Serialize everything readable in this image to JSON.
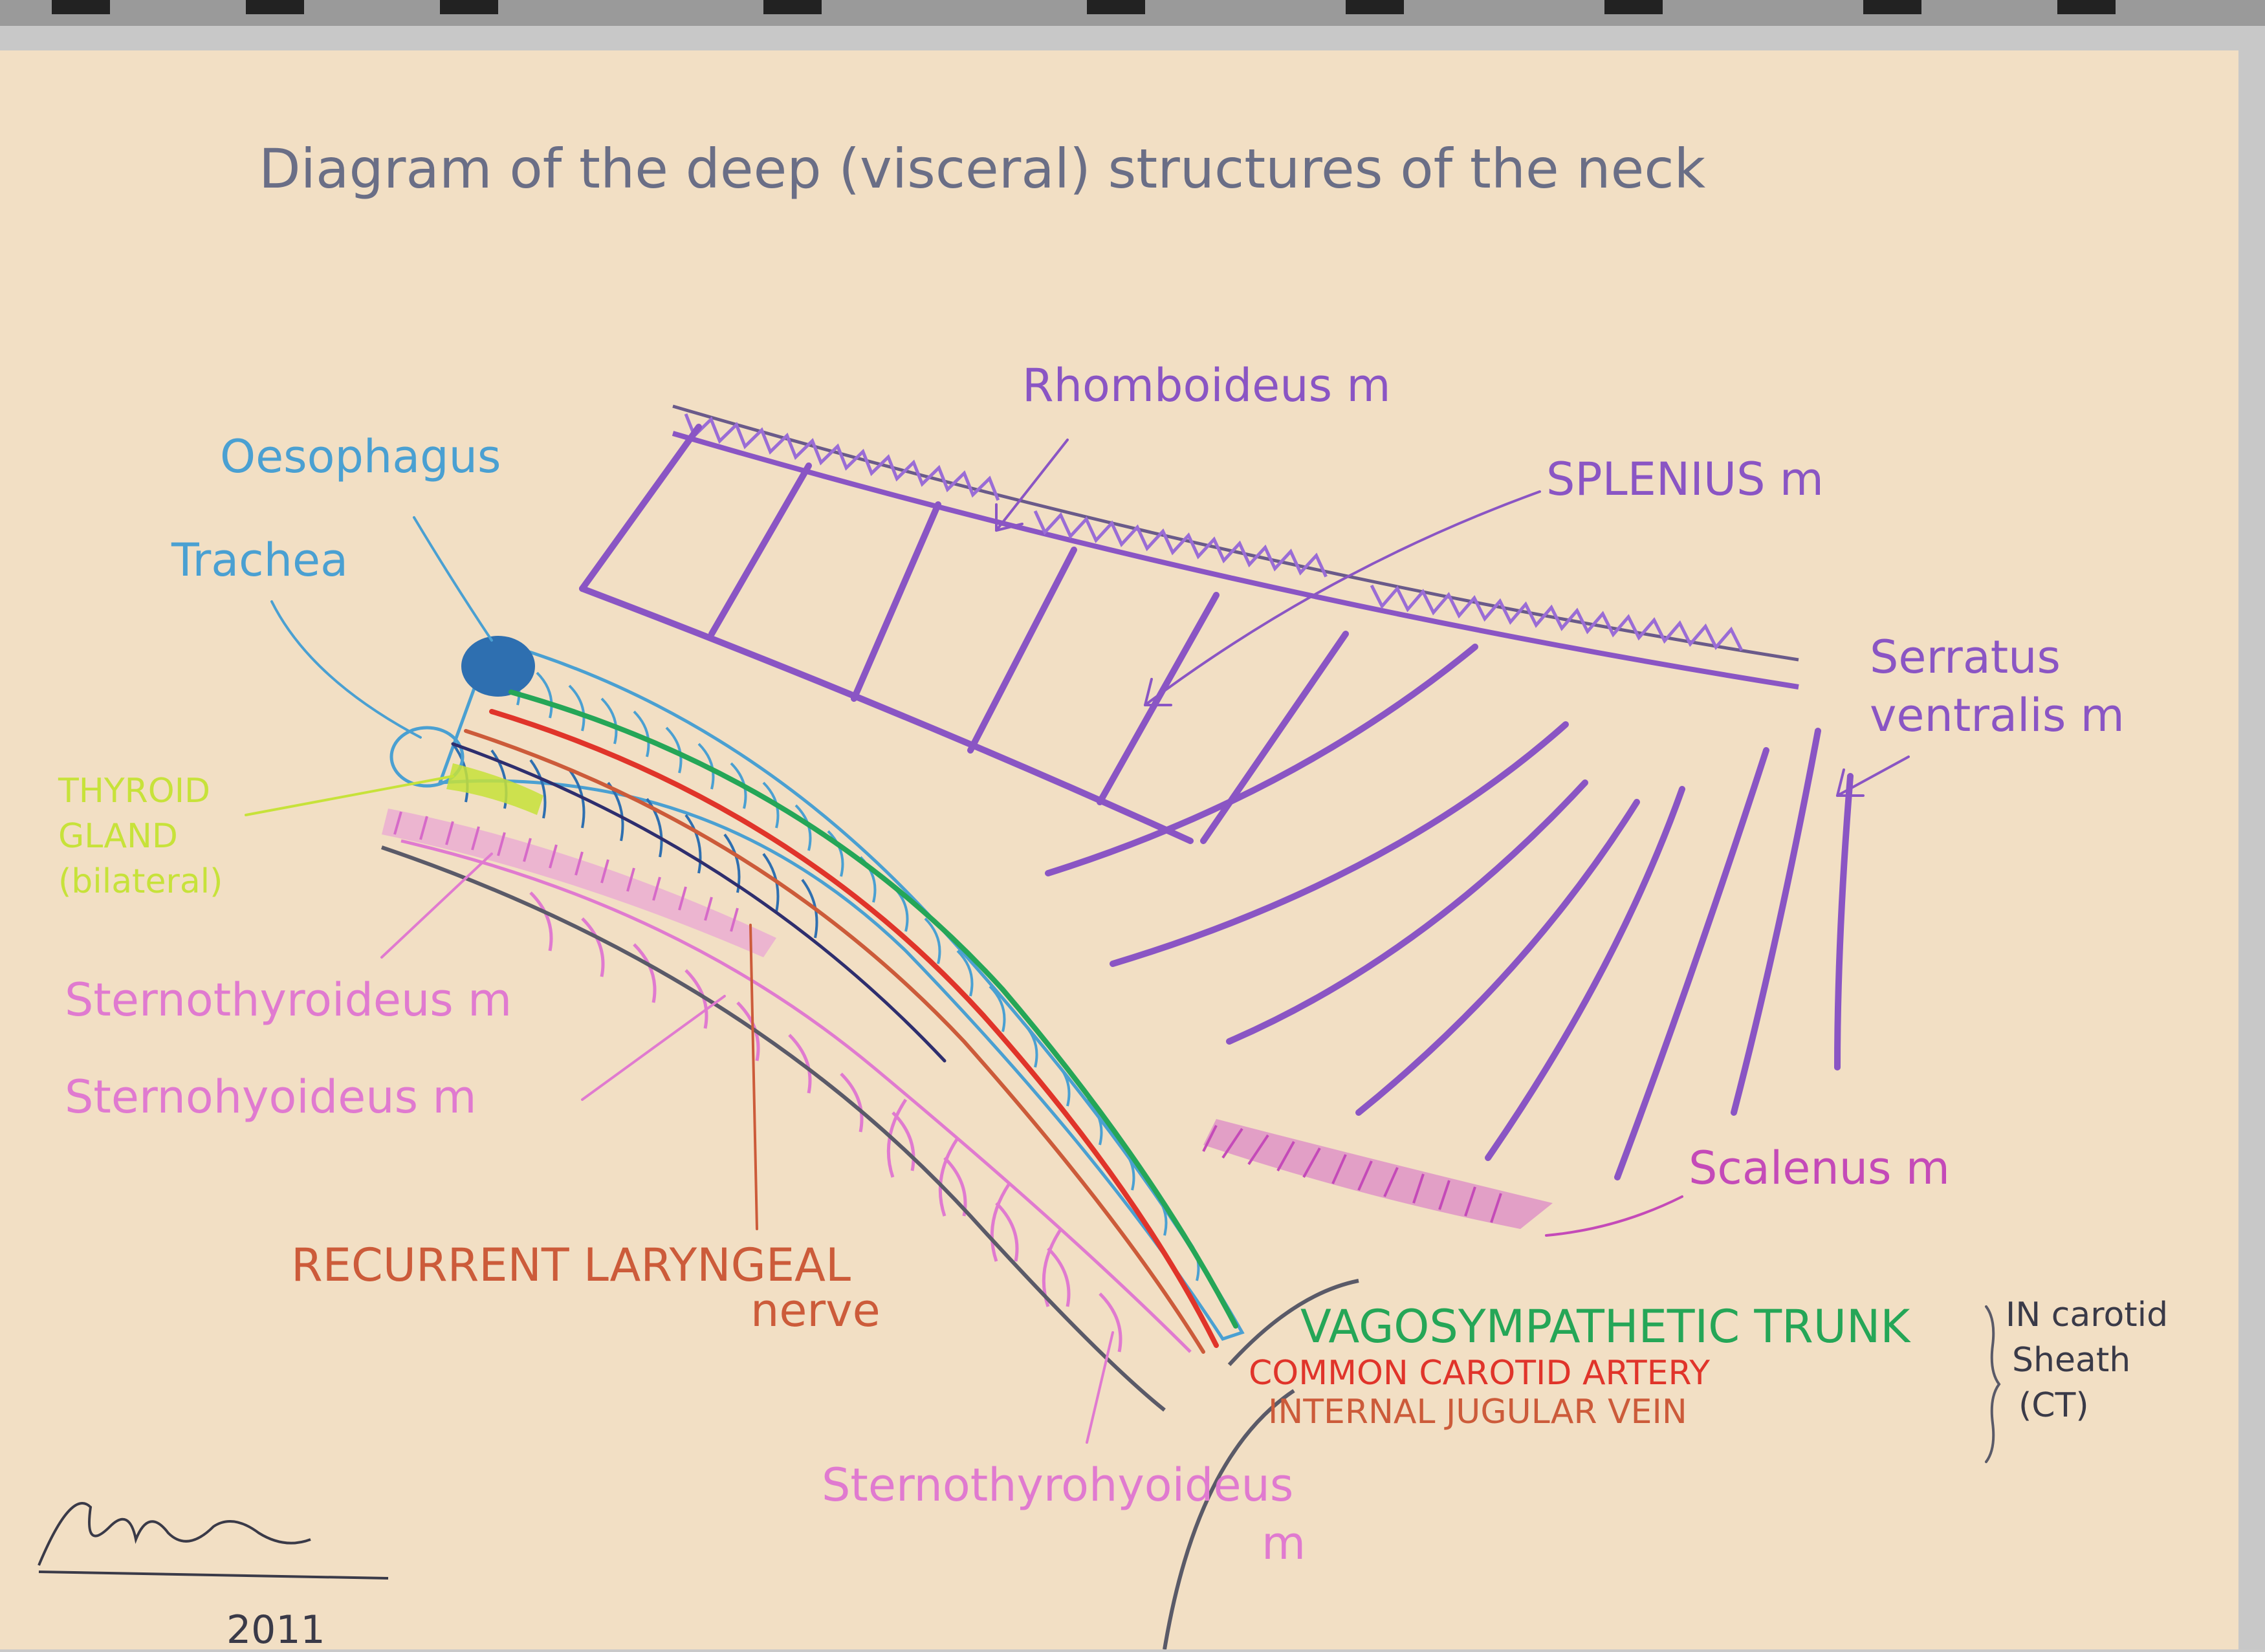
{
  "title": "Diagram of the deep (visceral) structures of the neck",
  "labels": {
    "oesophagus": "Oesophagus",
    "trachea": "Trachea",
    "thyroid_line1": "THYROID",
    "thyroid_line2": "GLAND",
    "thyroid_line3": "(bilateral)",
    "sternothyroideus": "Sternothyroideus m",
    "sternohyoideus": "Sternohyoideus m",
    "recurrent_line1": "RECURRENT LARYNGEAL",
    "recurrent_line2": "nerve",
    "rhomboideus": "Rhomboideus m",
    "splenius": "SPLENIUS m",
    "serratus_line1": "Serratus",
    "serratus_line2": "ventralis m",
    "scalenus": "Scalenus m",
    "vagosympathetic": "VAGOSYMPATHETIC TRUNK",
    "common_carotid": "COMMON CAROTID ARTERY",
    "internal_jugular": "INTERNAL JUGULAR VEIN",
    "carotid_sheath_line1": "IN carotid",
    "carotid_sheath_line2": "Sheath",
    "carotid_sheath_line3": "(CT)",
    "sternothyrohyoideus_line1": "Sternothyrohyoideus",
    "sternothyrohyoideus_line2": "m"
  },
  "signature": {
    "date": "2011"
  },
  "colors": {
    "paper": "#f2dfc4",
    "blue": "#4aa0d2",
    "dark_blue": "#2e6fb0",
    "green": "#25a657",
    "red": "#e0342a",
    "orange_brown": "#cc5b3a",
    "purple": "#8a55c4",
    "pink": "#e07ad0",
    "magenta": "#c44ab8",
    "yellow_green": "#c7e23a",
    "grey": "#5a5a68"
  }
}
